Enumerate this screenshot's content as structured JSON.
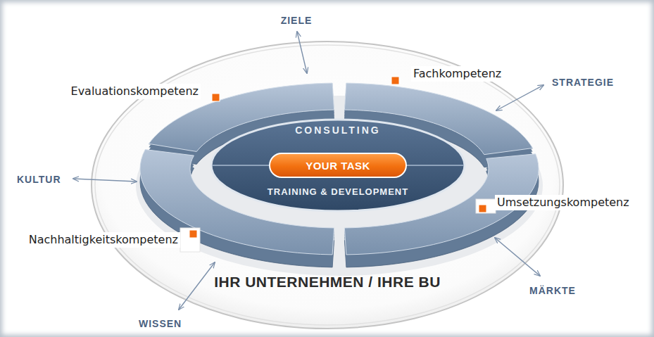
{
  "diagram": {
    "nodes": [
      {
        "text": [
          "IHR UNTERNEHMEN / IHRE BU"
        ]
      },
      {
        "text": [
          "CONSULTING",
          "TRAINING & DEVELOPMENT"
        ],
        "in": 0
      },
      {
        "text": [
          "YOUR TASK"
        ],
        "in": 1
      }
    ],
    "labels": [
      "ZIELE",
      "Fachkompetenz",
      "STRATEGIE",
      "Evaluationskompetenz",
      "KULTUR",
      "Umsetzungskompetenz",
      "Nachhaltigkeitskompetenz",
      "MÄRKTE",
      "WISSEN"
    ]
  }
}
